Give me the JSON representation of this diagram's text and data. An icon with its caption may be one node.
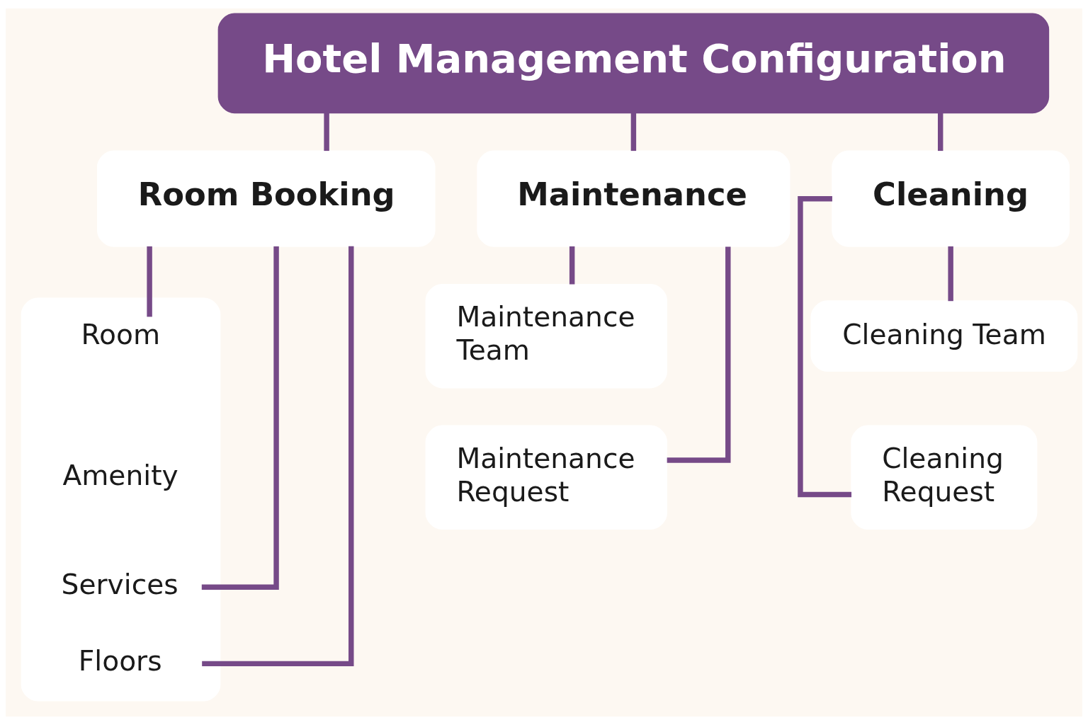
{
  "diagram": {
    "nodes": [
      {
        "text": [
          "Hotel Management Configuration"
        ]
      },
      {
        "text": [
          "Room Booking"
        ]
      },
      {
        "text": [
          "Maintenance"
        ]
      },
      {
        "text": [
          "Cleaning"
        ]
      },
      {
        "text": [],
        "shape": "box"
      },
      {
        "text": [
          "Room"
        ],
        "in": 4
      },
      {
        "text": [
          "Amenity"
        ],
        "in": 4
      },
      {
        "text": [
          "Services"
        ],
        "in": 4
      },
      {
        "text": [
          "Floors"
        ],
        "in": 4
      },
      {
        "text": [
          "Maintenance Team"
        ]
      },
      {
        "text": [
          "Maintenance Request"
        ]
      },
      {
        "text": [
          "Cleaning Team"
        ]
      },
      {
        "text": [
          "Cleaning Request"
        ]
      }
    ],
    "edges": [
      {
        "from": 0,
        "to": 1,
        "arrow": "none"
      },
      {
        "from": 0,
        "to": 2,
        "arrow": "none"
      },
      {
        "from": 0,
        "to": 3,
        "arrow": "none"
      },
      {
        "from": 1,
        "to": 5,
        "arrow": "none"
      },
      {
        "from": 1,
        "to": 7,
        "arrow": "none"
      },
      {
        "from": 1,
        "to": 8,
        "arrow": "none"
      },
      {
        "from": 2,
        "to": 9,
        "arrow": "none"
      },
      {
        "from": 2,
        "to": 10,
        "arrow": "none"
      },
      {
        "from": 3,
        "to": 11,
        "arrow": "none"
      },
      {
        "from": 3,
        "to": 12,
        "arrow": "none"
      }
    ]
  }
}
